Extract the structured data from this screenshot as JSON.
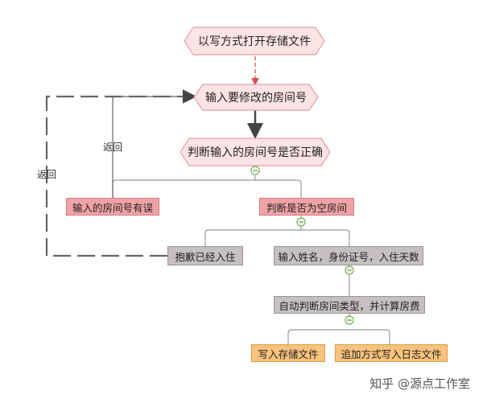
{
  "nodes": {
    "open_file": "以写方式打开存储文件",
    "input_room": "输入要修改的房间号",
    "check_room": "判断输入的房间号是否正确",
    "room_error": "输入的房间号有误",
    "check_empty": "判断是否为空房间",
    "sorry": "抱歉已经入住",
    "input_info": "输入姓名，身份证号，入住天数",
    "auto_calc": "自动判断房间类型，并计算房费",
    "write_file": "写入存储文件",
    "append_log": "追加方式写入日志文件"
  },
  "labels": {
    "return_inner": "返回",
    "return_outer": "返回"
  },
  "watermark": "知乎 @源点工作室",
  "colors": {
    "hex_fill": "#fce3e4",
    "hex_stroke": "#e2a2a6",
    "red_box": "#f0a3a6",
    "gray_box": "#c8bfc2",
    "orange_box": "#f9c37c",
    "connector": "#6fae4e"
  }
}
